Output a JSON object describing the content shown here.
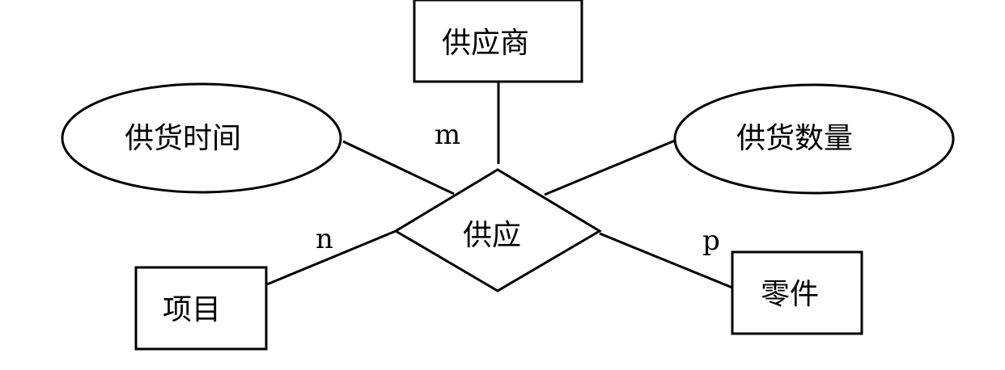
{
  "entities": {
    "supplier": "供应商",
    "project": "项目",
    "part": "零件"
  },
  "relationship": {
    "supply": "供应"
  },
  "attributes": {
    "supply_time": "供货时间",
    "supply_quantity": "供货数量"
  },
  "cardinality": {
    "supplier": "m",
    "project": "n",
    "part": "p"
  }
}
